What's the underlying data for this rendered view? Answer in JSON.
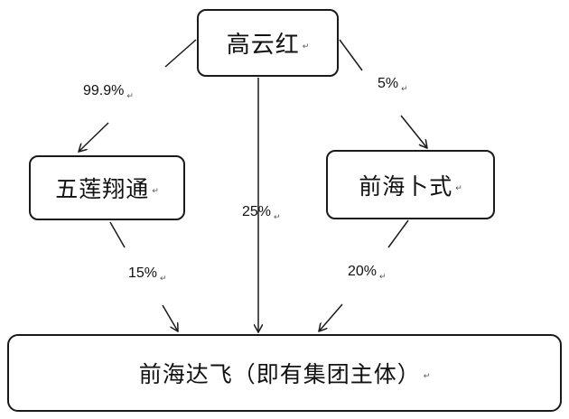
{
  "nodes": {
    "gao": "高云红",
    "wulian": "五莲翔通",
    "qianhai_bushi": "前海卜式",
    "dafei": "前海达飞（即有集团主体）"
  },
  "paragraph_mark": "↵",
  "percentages": {
    "gao_to_wulian": "99.9%",
    "gao_to_bushi": "5%",
    "gao_to_dafei": "25%",
    "wulian_to_dafei": "15%",
    "bushi_to_dafei": "20%"
  }
}
